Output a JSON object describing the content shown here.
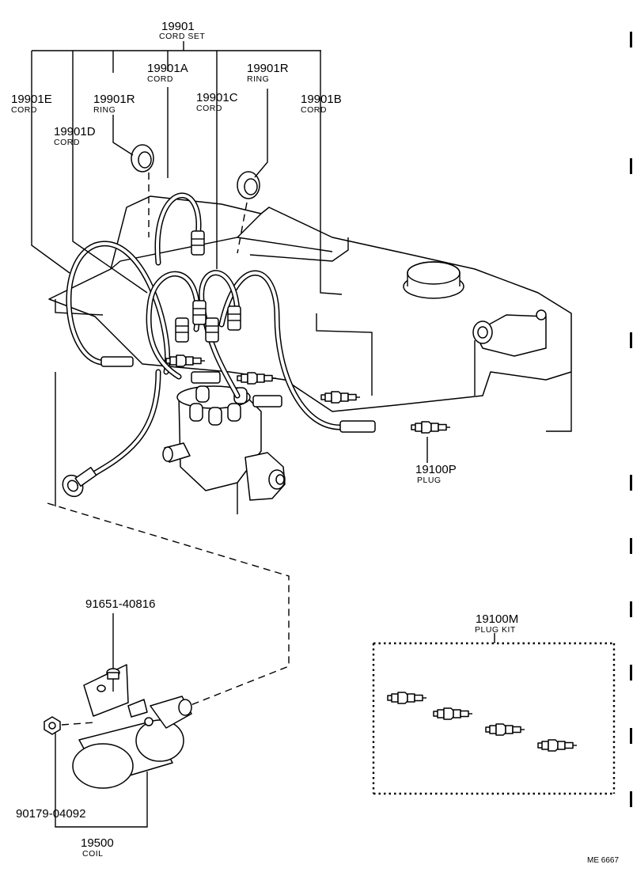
{
  "callouts": {
    "cord_set": {
      "number": "19901",
      "name": "CORD SET"
    },
    "cord_a": {
      "number": "19901A",
      "name": "CORD"
    },
    "ring_right": {
      "number": "19901R",
      "name": "RING"
    },
    "cord_e": {
      "number": "19901E",
      "name": "CORD"
    },
    "ring_left": {
      "number": "19901R",
      "name": "RING"
    },
    "cord_c": {
      "number": "19901C",
      "name": "CORD"
    },
    "cord_b": {
      "number": "19901B",
      "name": "CORD"
    },
    "cord_d": {
      "number": "19901D",
      "name": "CORD"
    },
    "plug": {
      "number": "19100P",
      "name": "PLUG"
    },
    "plug_kit": {
      "number": "19100M",
      "name": "PLUG KIT"
    },
    "bolt": {
      "number": "91651-40816"
    },
    "nut": {
      "number": "90179-04092"
    },
    "coil": {
      "number": "19500",
      "name": "COIL"
    }
  },
  "figure_ref": "ME 6667"
}
